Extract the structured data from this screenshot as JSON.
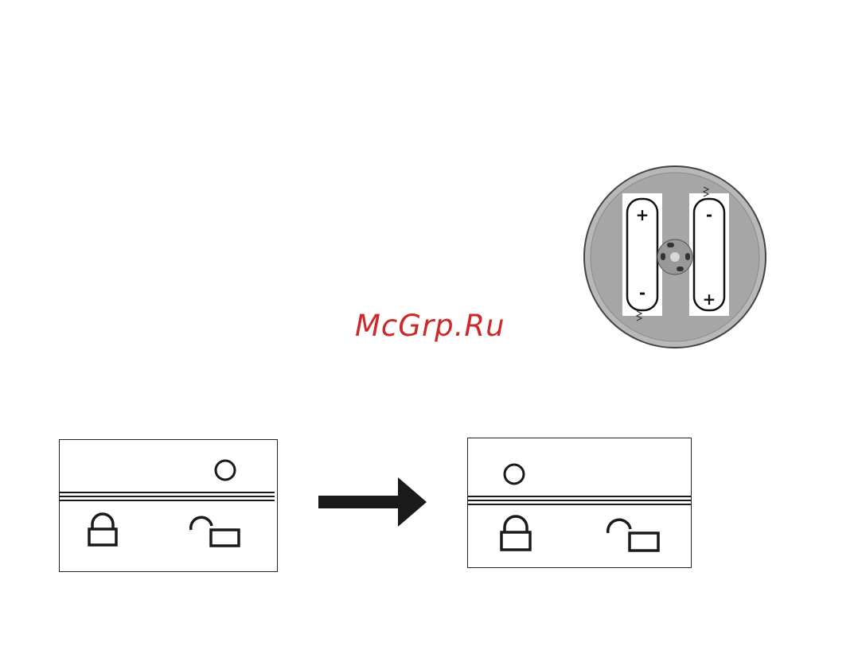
{
  "watermark": {
    "text": "McGrp.Ru"
  },
  "battery": {
    "left_cell": {
      "top_symbol": "+",
      "bottom_symbol": "-"
    },
    "right_cell": {
      "top_symbol": "-",
      "bottom_symbol": "+"
    }
  },
  "panels": {
    "before": {
      "indicator": "right"
    },
    "after": {
      "indicator": "left"
    }
  },
  "colors": {
    "watermark": "#cc2a2a",
    "disc": "#a9a9a9",
    "disc_rim": "#bdbdbd",
    "ink": "#1a1a1a"
  },
  "icons": [
    "lock-closed-icon",
    "lock-open-icon",
    "indicator-circle-icon",
    "arrow-right-icon"
  ]
}
